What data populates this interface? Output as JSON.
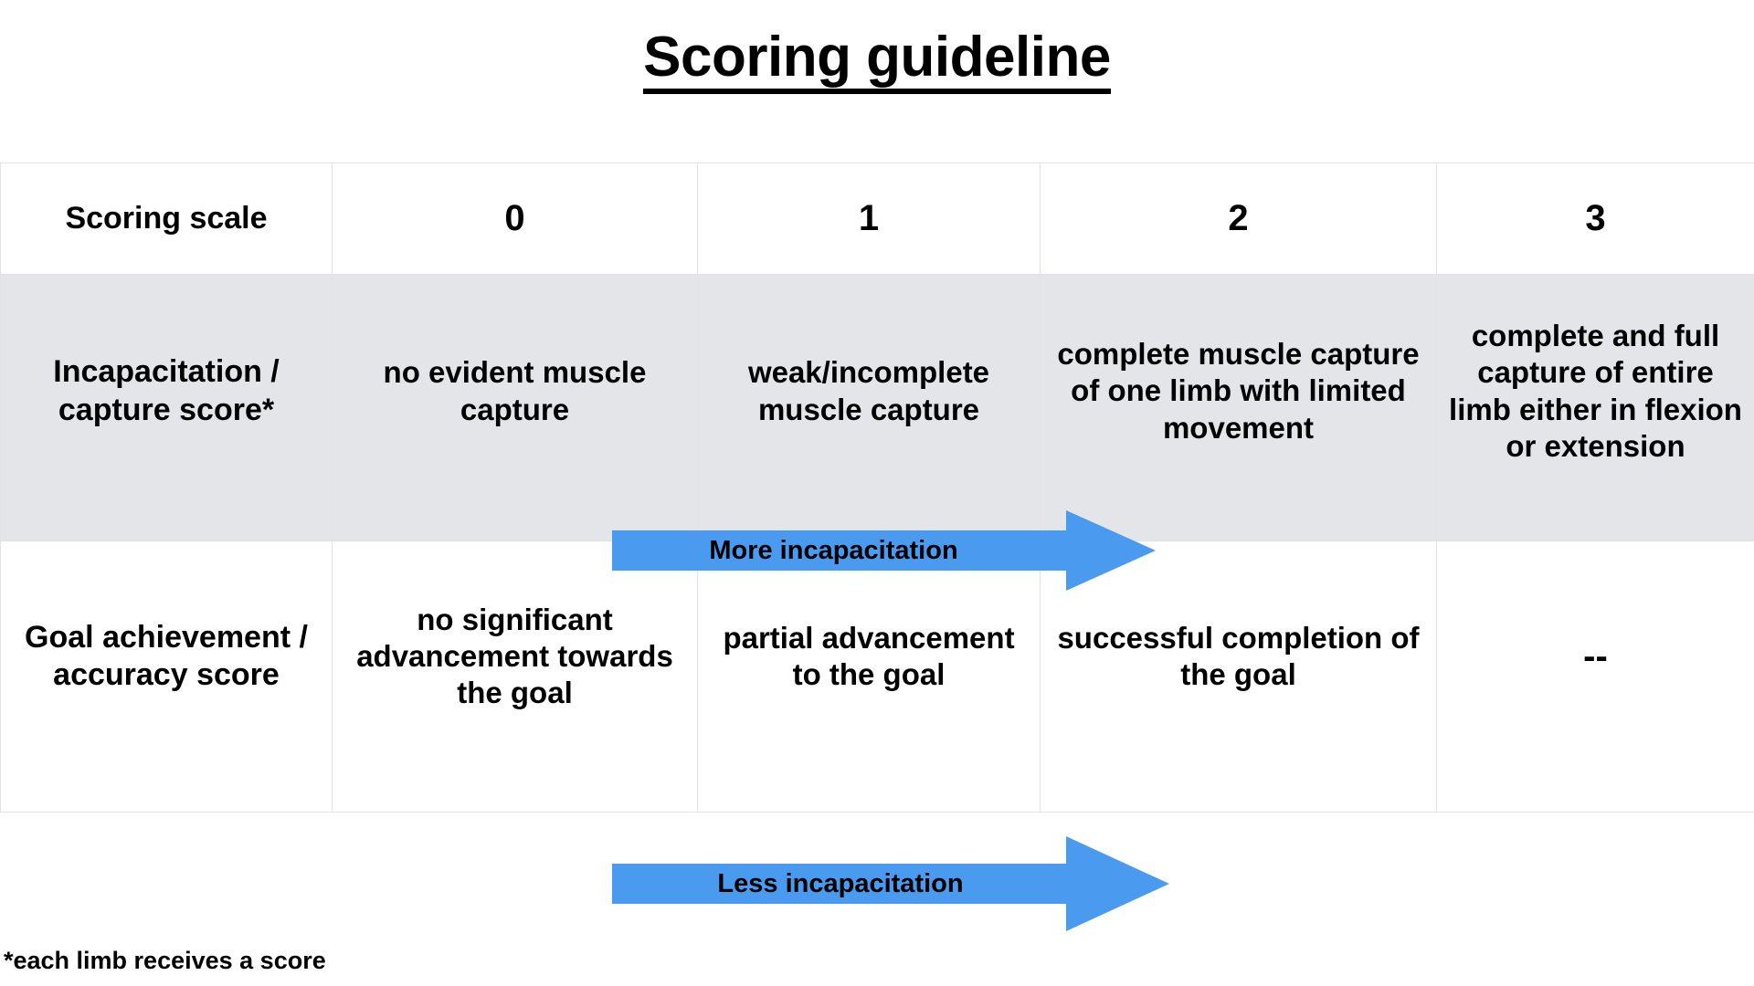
{
  "page": {
    "title": "Scoring guideline",
    "footnote": "*each limb receives a score",
    "accent_blue": "#4a9bf0",
    "row_gray": "#e3e5e8",
    "border_color": "#e2e2e4"
  },
  "table": {
    "headers": {
      "label": "Scoring scale",
      "scores": [
        "0",
        "1",
        "2",
        "3"
      ]
    },
    "rows": [
      {
        "label": "Incapacitation / capture score*",
        "cells": [
          "no evident muscle capture",
          "weak/incomplete muscle capture",
          "complete muscle capture of one limb with limited movement",
          "complete and full capture of entire limb either in flexion or extension"
        ]
      },
      {
        "label": "Goal achievement / accuracy score",
        "cells": [
          "no significant advancement towards the goal",
          "partial advancement to the goal",
          "successful completion of the goal",
          "--"
        ]
      }
    ]
  },
  "arrows": [
    {
      "label": "More incapacitation",
      "direction": "right",
      "color": "#4a9bf0"
    },
    {
      "label": "Less incapacitation",
      "direction": "right",
      "color": "#4a9bf0"
    }
  ]
}
